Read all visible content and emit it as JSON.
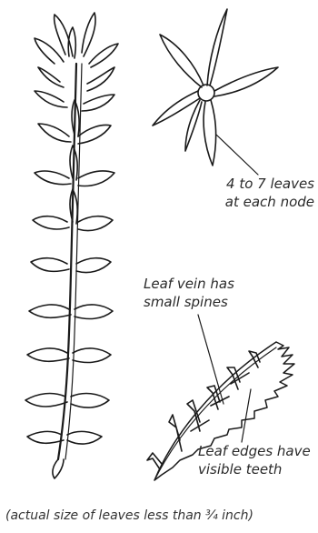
{
  "labels": {
    "whorl": {
      "line1": "4 to 7 leaves",
      "line2": "at each node"
    },
    "vein": {
      "line1": "Leaf vein has",
      "line2": "small spines"
    },
    "edges": {
      "line1": "Leaf edges have",
      "line2": "visible teeth"
    },
    "caption": "(actual size of leaves less than ¾ inch)"
  },
  "colors": {
    "ink": "#1a1a1a",
    "text": "#2a2a2a",
    "background": "#ffffff"
  }
}
